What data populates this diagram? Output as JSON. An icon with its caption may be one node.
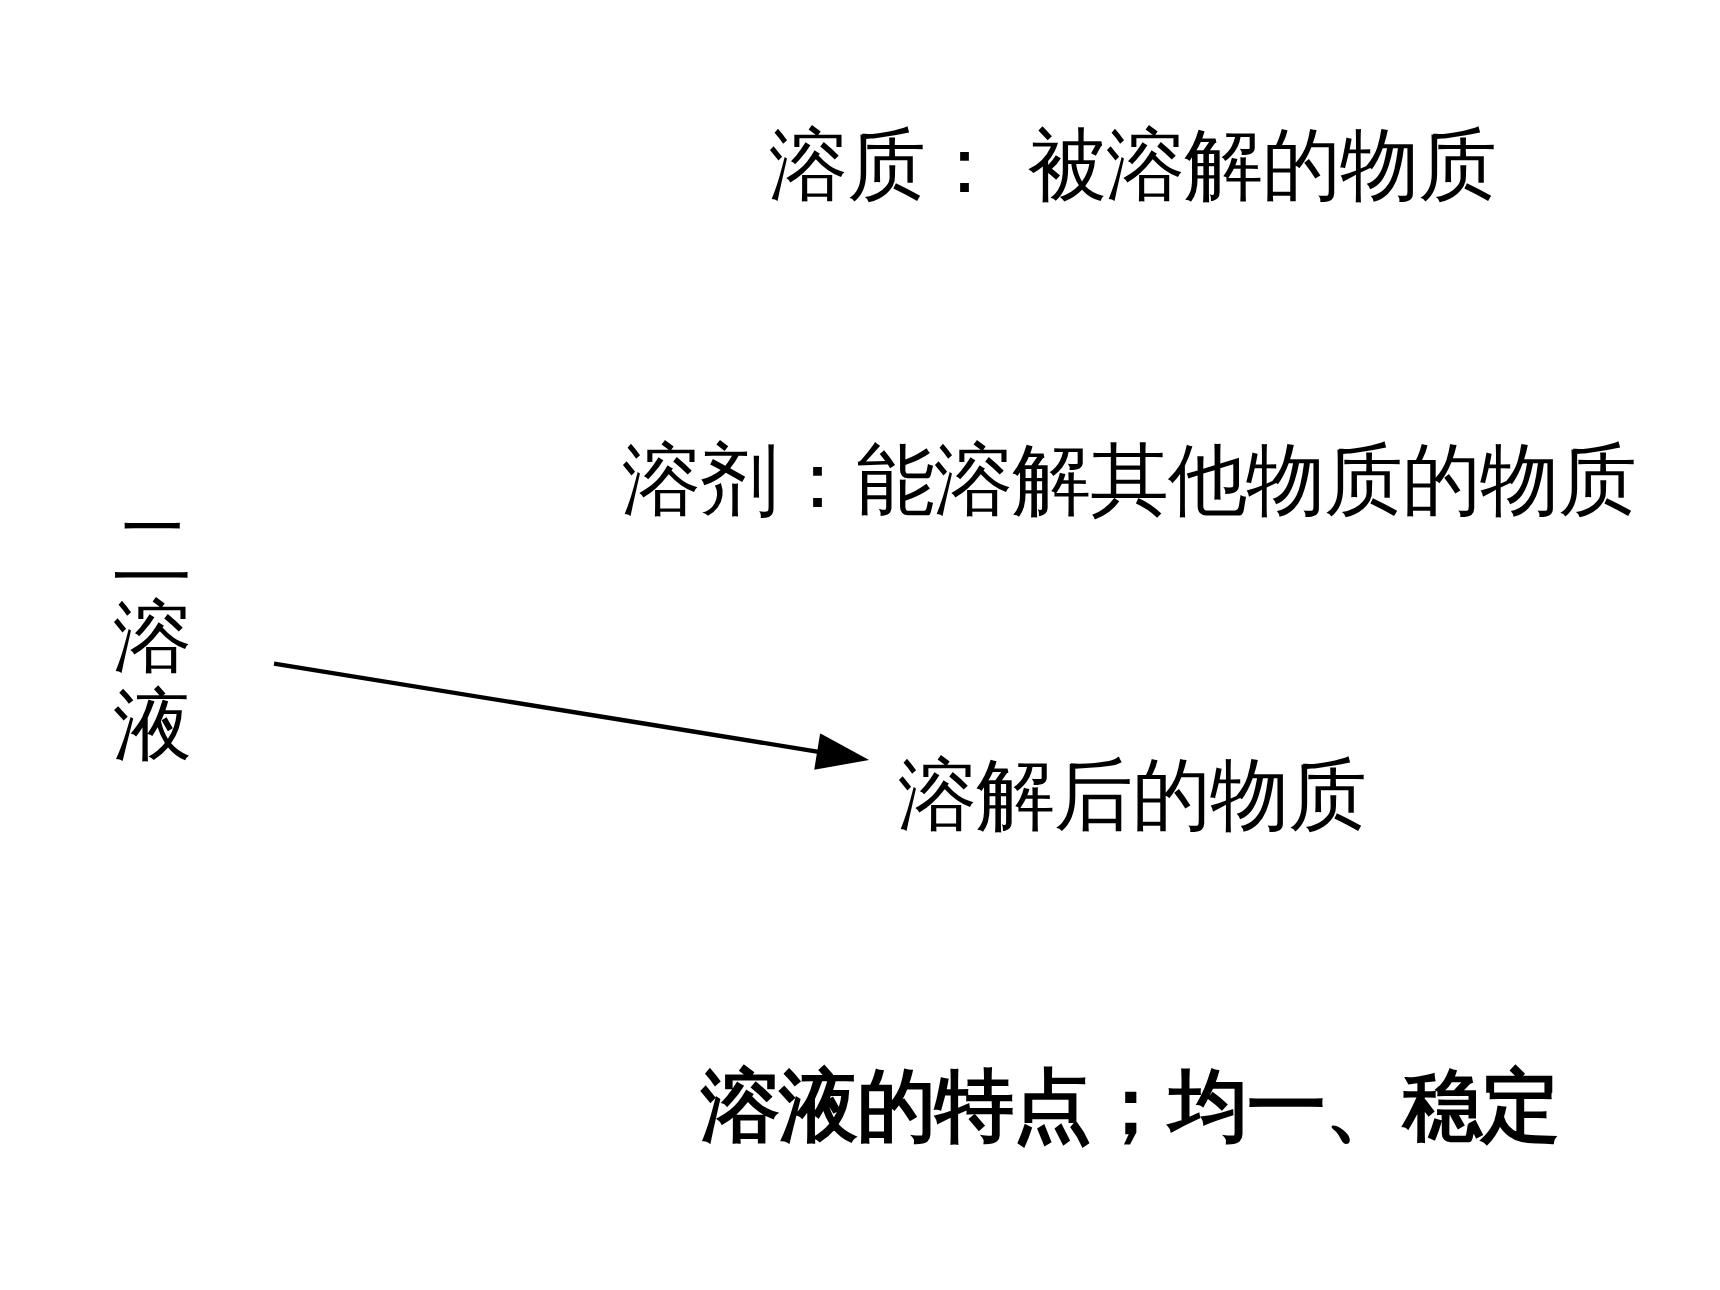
{
  "diagram": {
    "nodes": [
      {
        "text": [
          "二溶液"
        ]
      },
      {
        "text": [
          "溶质： 被溶解的物质"
        ]
      },
      {
        "text": [
          "溶剂：能溶解其他物质的物质"
        ]
      },
      {
        "text": [
          "溶解后的物质"
        ]
      }
    ],
    "edges": [
      {
        "from": 0,
        "to": 3,
        "arrow": "to"
      }
    ],
    "labels": [
      "溶液的特点；均一、稳定"
    ]
  }
}
